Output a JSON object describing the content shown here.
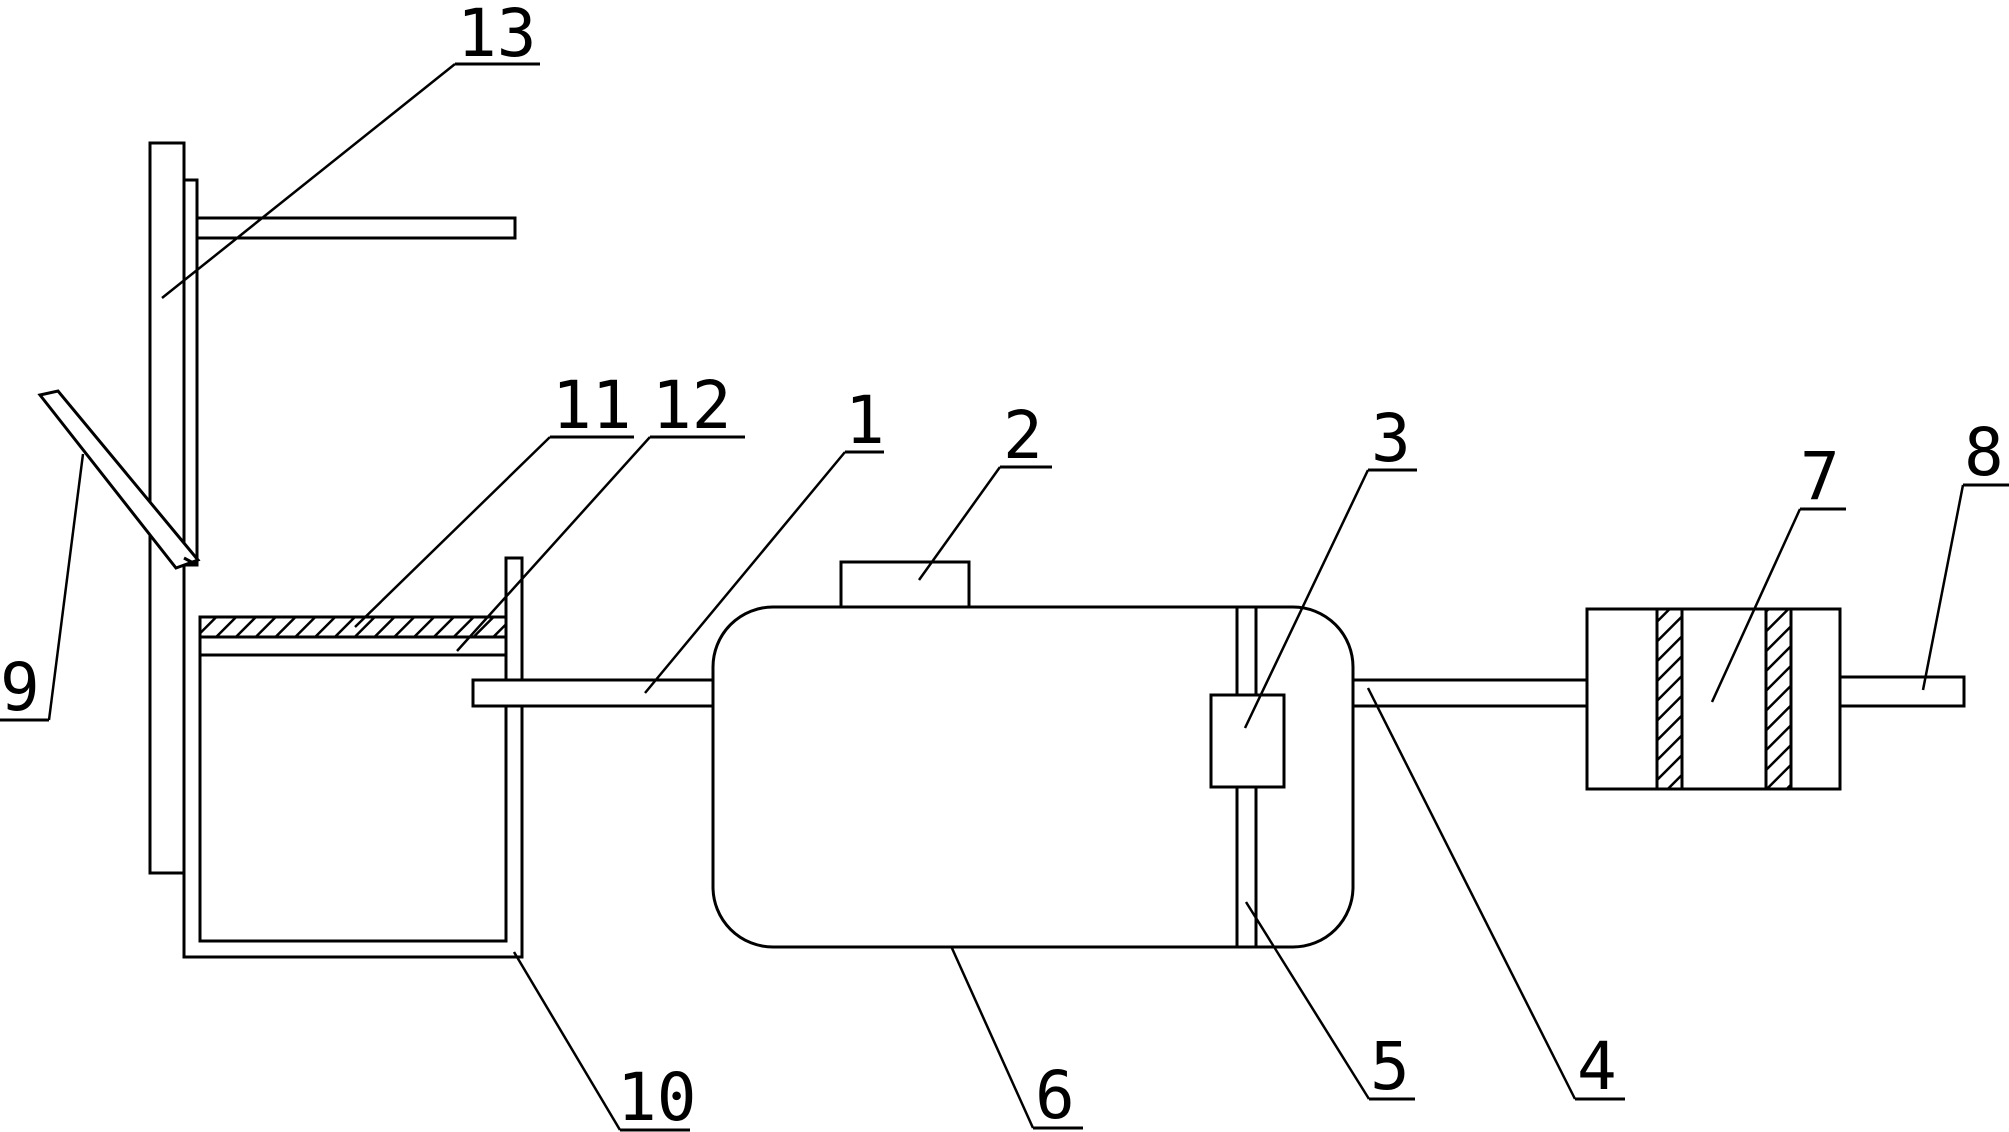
{
  "colors": {
    "line": "#000000",
    "background": "#ffffff"
  },
  "labels": {
    "l1": "1",
    "l2": "2",
    "l3": "3",
    "l4": "4",
    "l5": "5",
    "l6": "6",
    "l7": "7",
    "l8": "8",
    "l9": "9",
    "l10": "10",
    "l11": "11",
    "l12": "12",
    "l13": "13"
  }
}
